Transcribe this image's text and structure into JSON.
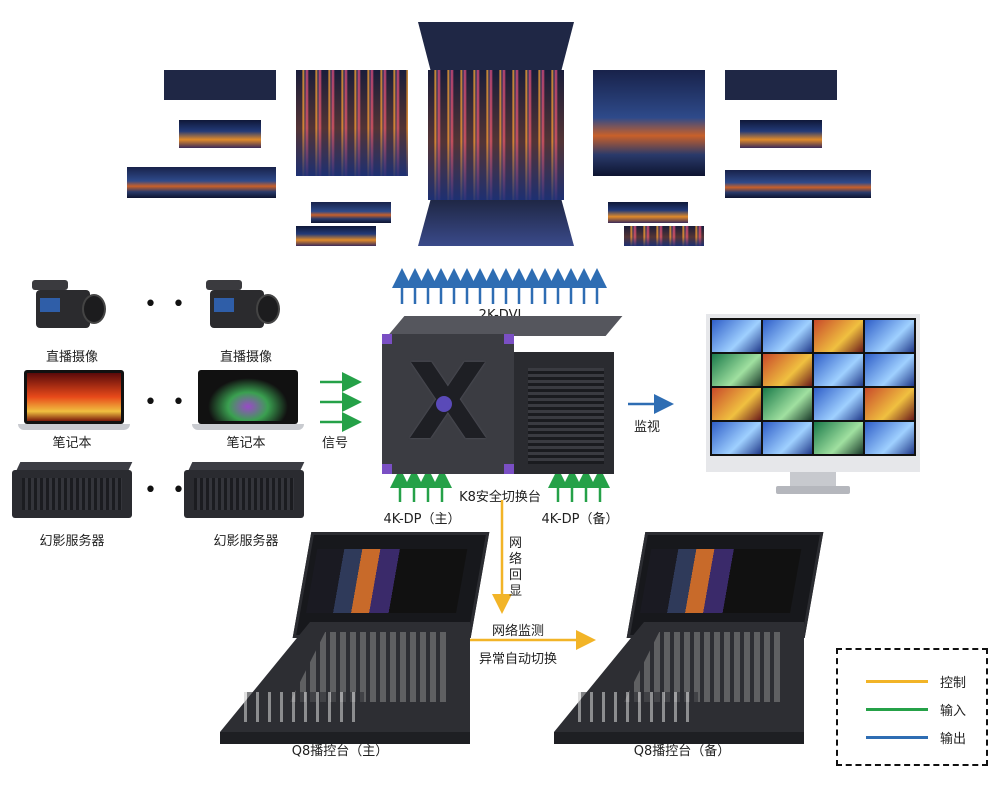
{
  "colors": {
    "control": "#f2b427",
    "input": "#25a148",
    "output": "#2e6db3"
  },
  "sources": {
    "camera_1": "直播摄像",
    "camera_2": "直播摄像",
    "laptop_1": "笔记本",
    "laptop_2": "笔记本",
    "server_1": "幻影服务器",
    "server_2": "幻影服务器",
    "ellipsis": "• •"
  },
  "links": {
    "signal": "信号",
    "output_2k_dvi": "2K-DVI",
    "monitor": "监视",
    "input_main": "4K-DP（主）",
    "input_backup": "4K-DP（备）",
    "network_echo": [
      "网",
      "络",
      "回",
      "显"
    ],
    "network_monitor": "网络监测",
    "auto_switch": "异常自动切换"
  },
  "devices": {
    "switcher": "K8安全切换台",
    "console_main": "Q8播控台（主）",
    "console_backup": "Q8播控台（备）"
  },
  "legend": {
    "control": "控制",
    "input": "输入",
    "output": "输出"
  }
}
